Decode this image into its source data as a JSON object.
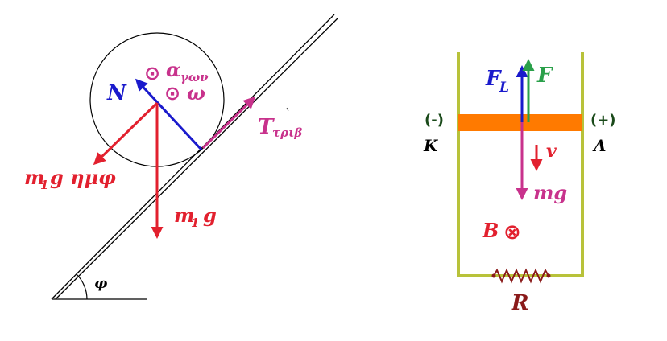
{
  "left_diagram": {
    "normal_force": "N",
    "angular_accel_symbol": "⊙",
    "angular_accel_label": "α",
    "angular_accel_sub": "γων",
    "angular_vel_symbol": "⊙",
    "angular_vel_label": "ω",
    "friction_label": "T",
    "friction_sub": "τριβ",
    "weight_comp_label": "m",
    "weight_comp_sub": "1",
    "weight_comp_rest": "g ημφ",
    "weight_label": "m",
    "weight_sub": "1",
    "weight_rest": "g",
    "angle_label": "φ"
  },
  "right_diagram": {
    "lorentz_label": "F",
    "lorentz_sub": "L",
    "external_force_label": "F",
    "left_terminal_sign": "(-)",
    "right_terminal_sign": "(+)",
    "left_terminal_name": "K",
    "right_terminal_name": "Λ",
    "velocity_label": "v",
    "gravity_label": "mg",
    "field_label": "B",
    "field_symbol": "⊗",
    "resistor_label": "R"
  },
  "colors": {
    "red": "#e2202e",
    "blue": "#1a1acc",
    "magenta": "#c8328c",
    "green": "#2aa04a",
    "orange": "#ff7a00",
    "rails": "#b8c23a",
    "resistor": "#8a1a1a",
    "dark_green": "#1a4a1a",
    "black": "#000000"
  }
}
